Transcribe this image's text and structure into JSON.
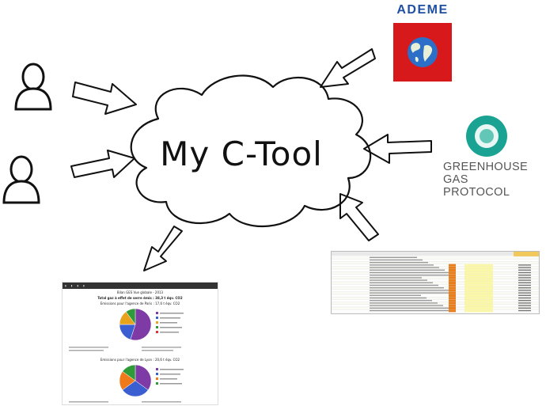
{
  "center": {
    "label": "My C-Tool"
  },
  "sources": {
    "ademe": {
      "name": "ADEME",
      "brand_color": "#d7191c",
      "text_color": "#1f4fa3"
    },
    "ghg": {
      "line1": "GREENHOUSE",
      "line2": "GAS PROTOCOL",
      "brand_color": "#1aa393"
    }
  },
  "users": [
    {
      "icon": "user-icon"
    },
    {
      "icon": "user-icon"
    }
  ],
  "dashboard": {
    "title": "Bilan GES Vue globale - 2013",
    "subtitle": "Total gaz à effet de serre émis : 38,3 t éqv. CO2",
    "section1": "Emissions pour l'agence de Paris : 17,6 t éqv. CO2",
    "section2": "Emissions pour l'agence de Lyon : 20,6 t éqv. CO2",
    "pie1": [
      {
        "value": 55,
        "color": "#7e3aa5"
      },
      {
        "value": 20,
        "color": "#3b5fd1"
      },
      {
        "value": 15,
        "color": "#e8a21c"
      },
      {
        "value": 10,
        "color": "#2e9a3a"
      }
    ],
    "pie2": [
      {
        "value": 35,
        "color": "#7e3aa5"
      },
      {
        "value": 30,
        "color": "#3b5fd1"
      },
      {
        "value": 20,
        "color": "#f07a1a"
      },
      {
        "value": 15,
        "color": "#2e9a3a"
      }
    ]
  },
  "spreadsheet": {
    "rows": 22
  }
}
